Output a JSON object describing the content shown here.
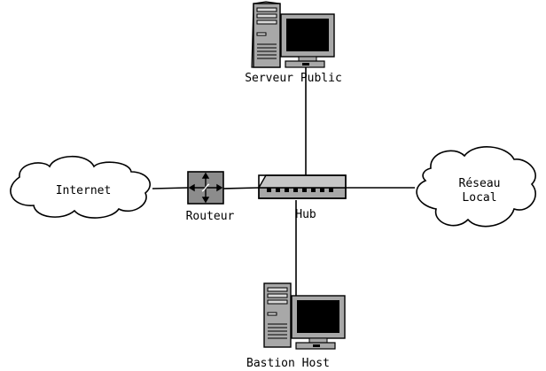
{
  "labels": {
    "server": "Serveur Public",
    "internet": "Internet",
    "router": "Routeur",
    "hub": "Hub",
    "lan_line1": "Réseau",
    "lan_line2": "Local",
    "bastion": "Bastion Host"
  },
  "colors": {
    "background": "#ffffff",
    "stroke": "#000000",
    "device_gray": "#a8a8a8",
    "router_gray": "#8c8c8c",
    "screen": "#000000"
  },
  "icons": {
    "server": "server-computer-icon",
    "bastion": "server-computer-icon",
    "router": "router-icon",
    "hub": "hub-icon",
    "internet": "cloud-icon",
    "lan": "cloud-icon"
  }
}
